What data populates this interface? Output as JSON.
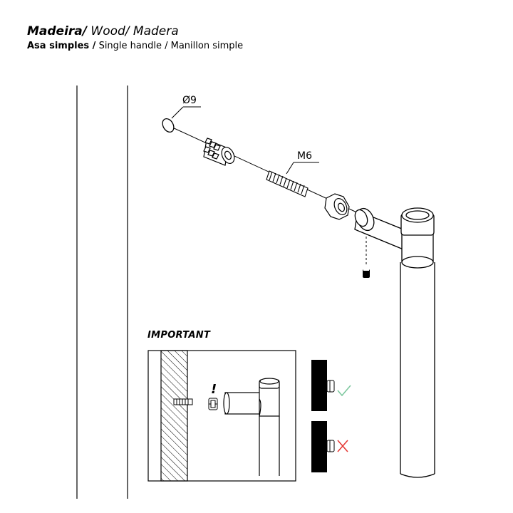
{
  "header": {
    "title_bold": "Madeira/",
    "title_wood": " Wood/",
    "title_madera": " Madera",
    "subtitle_bold": "Asa  simples /",
    "subtitle_rest": " Single handle / Manillon simple"
  },
  "labels": {
    "diameter": "Ø9",
    "thread": "M6",
    "important": "IMPORTANT",
    "warning_mark": "!"
  },
  "colors": {
    "line": "#000000",
    "check": "#7fc8a0",
    "cross": "#e53935"
  },
  "icons": [
    "check-icon",
    "cross-icon"
  ]
}
